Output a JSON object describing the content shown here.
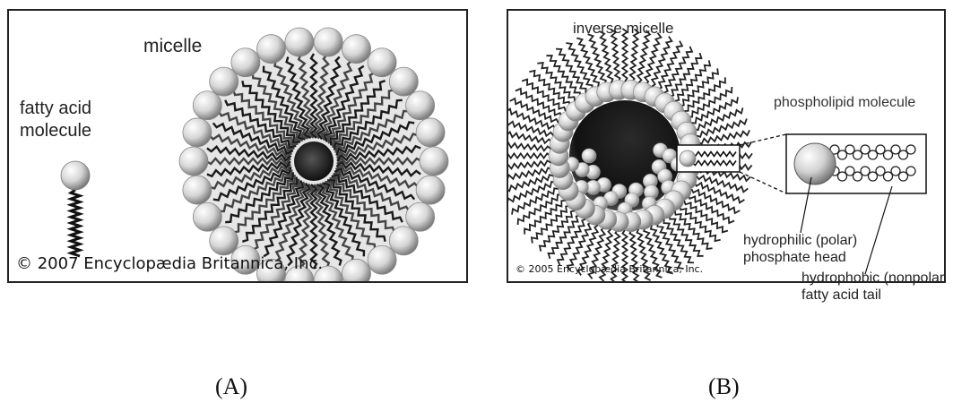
{
  "panel_a": {
    "title": "micelle",
    "molecule_label_line1": "fatty acid",
    "molecule_label_line2": "molecule",
    "copyright": "© 2007 Encyclopædia Britannica, Inc.",
    "caption": "(A)"
  },
  "panel_b": {
    "title": "inverse micelle",
    "molecule_title": "phospholipid molecule",
    "head_label_line1": "hydrophilic (polar)",
    "head_label_line2": "phosphate head",
    "tail_label_line1": "hydrophobic (nonpolar",
    "tail_label_line2": "fatty acid tail",
    "copyright": "© 2005 Encyclopædia Britannica, Inc.",
    "caption": "(B)"
  },
  "colors": {
    "line": "#111111",
    "head_light": "#f4f4f4",
    "head_dark": "#8a8a8a",
    "core": "#1a1a1a"
  }
}
